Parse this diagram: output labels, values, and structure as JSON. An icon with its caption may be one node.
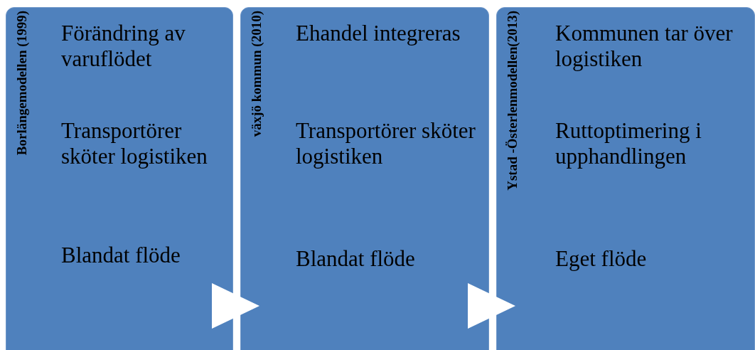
{
  "diagram": {
    "nodes": [
      {
        "text": [
          "Borlängemodellen (1999)",
          "Förändring av varuflödet",
          "Transportörer sköter logistiken",
          "Blandat flöde"
        ]
      },
      {
        "text": [
          "växjö kommun (2010)",
          "Ehandel integreras",
          "Transportörer sköter logistiken",
          "Blandat flöde"
        ]
      },
      {
        "text": [
          "Ystad -Österlenmodellen(2013)",
          "Kommunen tar över logistiken",
          "Ruttoptimering i upphandlingen",
          "Eget flöde"
        ]
      }
    ],
    "edges": [
      {
        "from": 0,
        "to": 1,
        "arrow": "to"
      },
      {
        "from": 1,
        "to": 2,
        "arrow": "to"
      }
    ]
  }
}
